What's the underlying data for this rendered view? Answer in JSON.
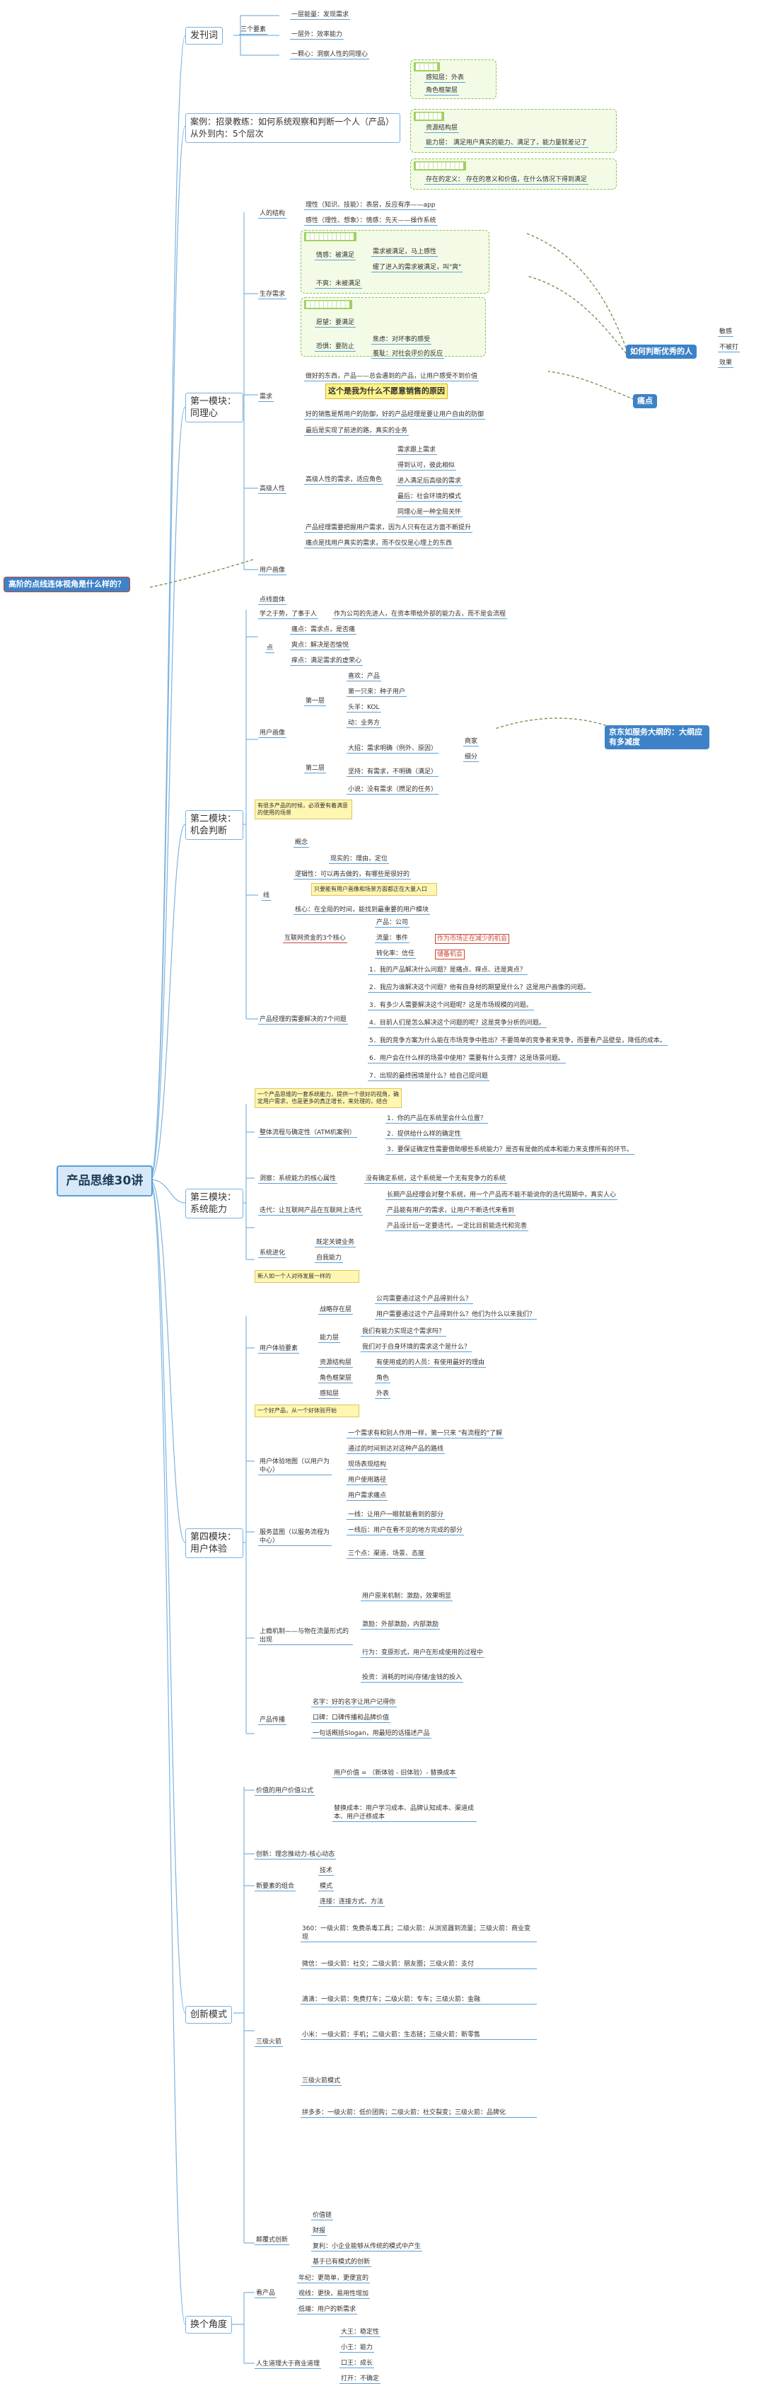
{
  "root": "产品思维30讲",
  "left_tag": "高阶的点线连体视角是什么样的？",
  "right_tags": {
    "outstanding": "如何判断优秀的人",
    "pain": "痛点",
    "jd": "京东如服务大纲的：大纲应有多减度"
  },
  "outstanding_items": [
    "敏感",
    "不被打",
    "效果"
  ],
  "m0": {
    "title": "发刊词",
    "three_elements": "三个要素",
    "items": [
      "一层能量：发现需求",
      "一层外：效率能力",
      "一颗心：洞察人性的同理心"
    ],
    "case": "案例：招录教练：如何系统观察和判断一个人（产品）从外到内：5个层次",
    "green_boxes": [
      {
        "h": "",
        "items": [
          "感知层：外表",
          "角色框架层"
        ]
      },
      {
        "h": "",
        "items": [
          "资源结构层",
          "能力层：  满足用户真实的能力、满足了，能力量就差记了"
        ]
      },
      {
        "h": "",
        "items": [
          "存在的定义：  存在的意义和价值，在什么情况下得到满足"
        ]
      }
    ]
  },
  "m1": {
    "title": "第一模块：同理心",
    "person_struct": "人的结构",
    "person_items": [
      "理性（知识、技能）：表层，反应有序——app",
      "感性（理性、想象）：情感：先天——操作系统"
    ],
    "layers": "生存需求",
    "layer_items": [
      "情感：被满足",
      "不爽：未被满足",
      "愿望：要满足",
      "恐惧：要防止"
    ],
    "sub_items": [
      "需求被满足，马上感性",
      "缓了进入的需求被满足，叫\"爽\"",
      "焦虑：对坏事的感受",
      "羞耻：对社会评价的反应"
    ],
    "pain_title": "这个是我为什么不愿意销售的原因",
    "need": "需求",
    "need_items": [
      "做好的东西，产品——总会遇到的产品，让用户感受不到价值",
      "好的销售是帮用户的防御，好的产品经理是要让用户自由的防御"
    ],
    "user_circle": "用户画像",
    "user_items": [
      "最后是实现了前进的路，真实的业务",
      "痛点是找用户真实的需求，而不仅仅是心理上的东西"
    ],
    "beyond": "高级人性",
    "beyond_items": [
      "需求跟上需求",
      "高级人性的需求，适应角色",
      "得到认可，彼此相似",
      "进入满足后高级的需求",
      "最后：社会环境的模式",
      "同理心是一种全局关怀"
    ],
    "final": "产品经理需要把握用户需求，因为人只有在这方面不断提升"
  },
  "m2": {
    "title": "第二模块：机会判断",
    "point_line": "点线面体",
    "intro": "学之于势，了事于人",
    "intro2": "作为公司的先进人，在资本带给外部的能力去，而不是会流程",
    "point": "点",
    "points": [
      "痛点：需求点，是否痛",
      "爽点：解决是否愉悦",
      "痒点：满足需求的虚荣心"
    ],
    "user_pict": "用户画像",
    "layer1": "第一层",
    "layer2": "第二层",
    "l1_items": [
      "喜欢：产品",
      "第一只来：种子用户",
      "头羊：KOL",
      "动：业务方"
    ],
    "l2_items": [
      "大招：需求明确（例外、原因）",
      "坚持：有需求，不明确（满足）",
      "小说：没有需求（攒足的任务）"
    ],
    "right_small": [
      "商家",
      "细分"
    ],
    "yellow1": "有很多产品的时候，必须要有着满意的使用的场景",
    "line": "线",
    "line_items": [
      "概念",
      "逻辑性：可以再去做的，有哪些是很好的",
      "现实的：理由，定位",
      "核心：在全局的时间，能找到最重要的用户模块"
    ],
    "yellow2": "只要能有用户画像和场景方面都正在大量入口",
    "interconnect": "互联网资金的3个核心",
    "ic_items": [
      "产品：公司",
      "流量：事件",
      "转化率：信任"
    ],
    "red1": "作为市场正在减少的机会",
    "red2": "储备机会",
    "questions_title": "产品经理的需要解决的7个问题",
    "questions": [
      "1．我的产品解决什么问题？是痛点、痒点、还是爽点？",
      "2．我应为谁解决这个问题？他有自身材的期望是什么？这是用户画像的问题。",
      "3．有多少人需要解决这个问题呢？这是市场规模的问题。",
      "4．目前人们是怎么解决这个问题的呢？这是竞争分析的问题。",
      "5．我的竞争方案为什么能在市场竞争中胜出？不要简单的竞争者来竞争，而要看产品壁垒，降低的成本。",
      "6．用户会在什么样的场景中使用？需要有什么支撑？这是场景问题。",
      "7．出现的最终困境是什么？给自己提问题"
    ]
  },
  "m3": {
    "title": "第三模块：系统能力",
    "yellow": "一个产品思维的一套系统能力，提供一个很好的视角，确定用户需求，也是更多的真正增长，来处理的，结合",
    "s1": "整体流程与确定性（ATM机案例）",
    "s1_items": [
      "1．你的产品在系统里会什么位置？",
      "2．提供给什么样的确定性",
      "3．要保证确定性需要借助哪些系统能力？是否有是做的成本和能力来支撑所有的环节。"
    ],
    "s2": "洞察：系统能力的核心属性",
    "s2_note": "没有确定系统，这个系统是一个无有竞争力的系统",
    "s3": "迭代：让互联网产品在互联网上迭代",
    "s3_items": [
      "长期产品经理会对整个系统，用一个产品而不能不能说你的迭代周期中，真实人心",
      "产品能有用户的需求，让用户不断迭代来看到",
      "产品设计后一定要迭代，一定比目前能迭代和完善"
    ],
    "s4": "系统进化",
    "s4_items": [
      "既定关键业务",
      "自我能力"
    ]
  },
  "m4": {
    "title": "第四模块：用户体验",
    "yellow": "新人如一个人对待发展一样的",
    "s1": "用户体验要素",
    "s1a": "战略存在层",
    "s1a_items": [
      "公司需要通过这个产品得到什么？",
      "用户需要通过这个产品得到什么？他们为什么以来我们？"
    ],
    "s1b": "能力层",
    "s1b_items": [
      "我们有能力实现这个需求吗？",
      "我们对于自身环境的需求这个是什么？"
    ],
    "s1c": [
      "资源结构层",
      "角色框架层",
      "感知层"
    ],
    "s1c_items": [
      "有使用或的的人员：有使用最好的理由",
      "角色",
      "外表"
    ],
    "yellow2": "一个好产品，从一个好体验开始",
    "s2": "用户体验地图（以用户为中心）",
    "s2_items": [
      "一个需求有和别人作用一样，第一只来 \"有流程的\"了解",
      "通过的时间到达对这种产品的路线",
      "现场表现结构",
      "用户使用路径",
      "用户需求痛点"
    ],
    "s3": "服务蓝图（以服务流程为中心）",
    "s3_items": [
      "一线：让用户一眼就能看到的部分",
      "一线后：用户在看不见的地方完成的部分",
      "三个点：渠道、场景、态度"
    ],
    "s4": "上瘾机制——与物在流量形式的出现",
    "s4_items": [
      "用户原来机制：激励，效果明显",
      "激励：外部激励，内部激励",
      "行为：变原形式，用户在形成使用的过程中",
      "投资：消耗的时间/存储/金钱的投入"
    ],
    "s5": "产品传播",
    "s5_items": [
      "名字：好的名字让用户记得你",
      "口碑：口碑传播和品牌价值",
      "一句话概括Slogan，用最短的话描述产品"
    ]
  },
  "m5": {
    "title": "创新模式",
    "s1": "价值的用户价值公式",
    "s1_items": [
      "用户价值 = （新体验 - 旧体验）- 替换成本",
      "替换成本：用户学习成本、品牌认知成本、渠道成本、用户迁移成本"
    ],
    "s2": "创新：理念推动力-核心动态",
    "s3": "新要素的组合",
    "s3_items": [
      "技术",
      "模式",
      "连接：连接方式、方法"
    ],
    "s4": "三级火箭",
    "s4_items": [
      "360：一级火箭：免费杀毒工具；二级火箭：从浏览器到流量；三级火箭：商业变现",
      "微信：一级火箭：社交；二级火箭：朋友圈；三级火箭：支付",
      "滴滴：一级火箭：免费打车；二级火箭：专车；三级火箭：金融",
      "小米：一级火箭：手机；二级火箭：生态链；三级火箭：新零售",
      "三级火箭模式",
      "拼多多：一级火箭：低价团购；二级火箭：社交裂变；三级火箭：品牌化"
    ],
    "s5": "颠覆式创新",
    "s5_items": [
      "价值链",
      "财报",
      "复利：小企业能够从传统的模式中产生"
    ],
    "s5_foot": "基于已有模式的创新"
  },
  "m6": {
    "title": "换个角度",
    "s1": "看产品",
    "s1_items": [
      "年纪：更简单，更便宜的",
      "视线：更快，易用性增加",
      "低端：用户的新需求"
    ],
    "s2": "人生道理大于商业道理",
    "s2_items": [
      "大王：稳定性",
      "小王：能力",
      "口王：成长",
      "打开：不确定"
    ]
  }
}
